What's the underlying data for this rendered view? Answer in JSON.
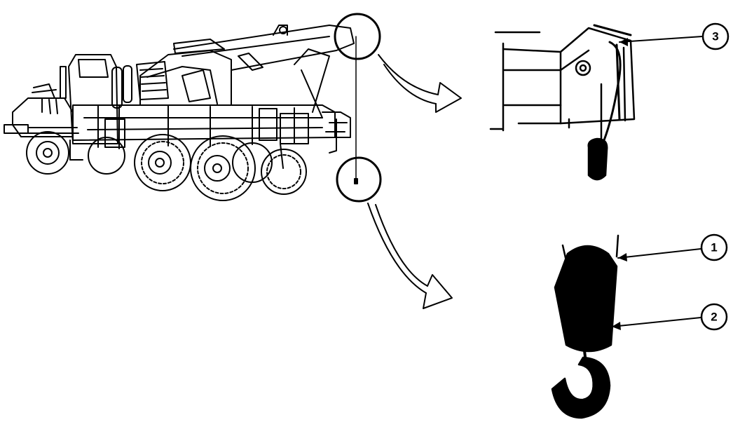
{
  "callouts": {
    "c1": {
      "number": "1"
    },
    "c2": {
      "number": "2"
    },
    "c3": {
      "number": "3"
    }
  },
  "icons": {
    "truck": "wrecker-truck-illustration",
    "detail_sheave": "boom-sheave-detail",
    "detail_hook": "hook-block-detail"
  },
  "colors": {
    "ink": "#000000",
    "paper": "#ffffff"
  }
}
